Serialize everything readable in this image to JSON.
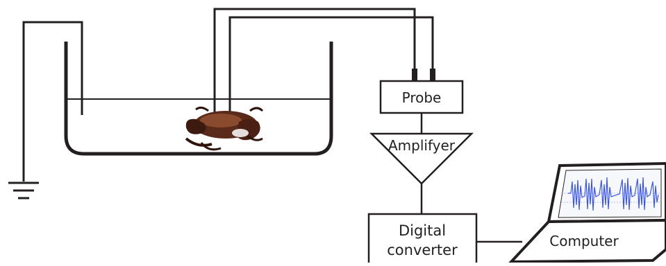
{
  "labels": {
    "probe": "Probe",
    "amplifier": "Amplifyer",
    "converter_line1": "Digital",
    "converter_line2": "converter",
    "computer": "Computer"
  },
  "colors": {
    "line": "#231f20",
    "signal": "#3a55e6",
    "screen_bg": "#f7f8fc",
    "crab_shell": "#5a2a1a",
    "crab_dark": "#2e130b",
    "crab_light": "#8a4a2e"
  },
  "icons": {
    "ground": "ground-symbol-icon",
    "crab": "crab-icon",
    "laptop": "laptop-icon",
    "signal": "spike-trace-icon"
  }
}
